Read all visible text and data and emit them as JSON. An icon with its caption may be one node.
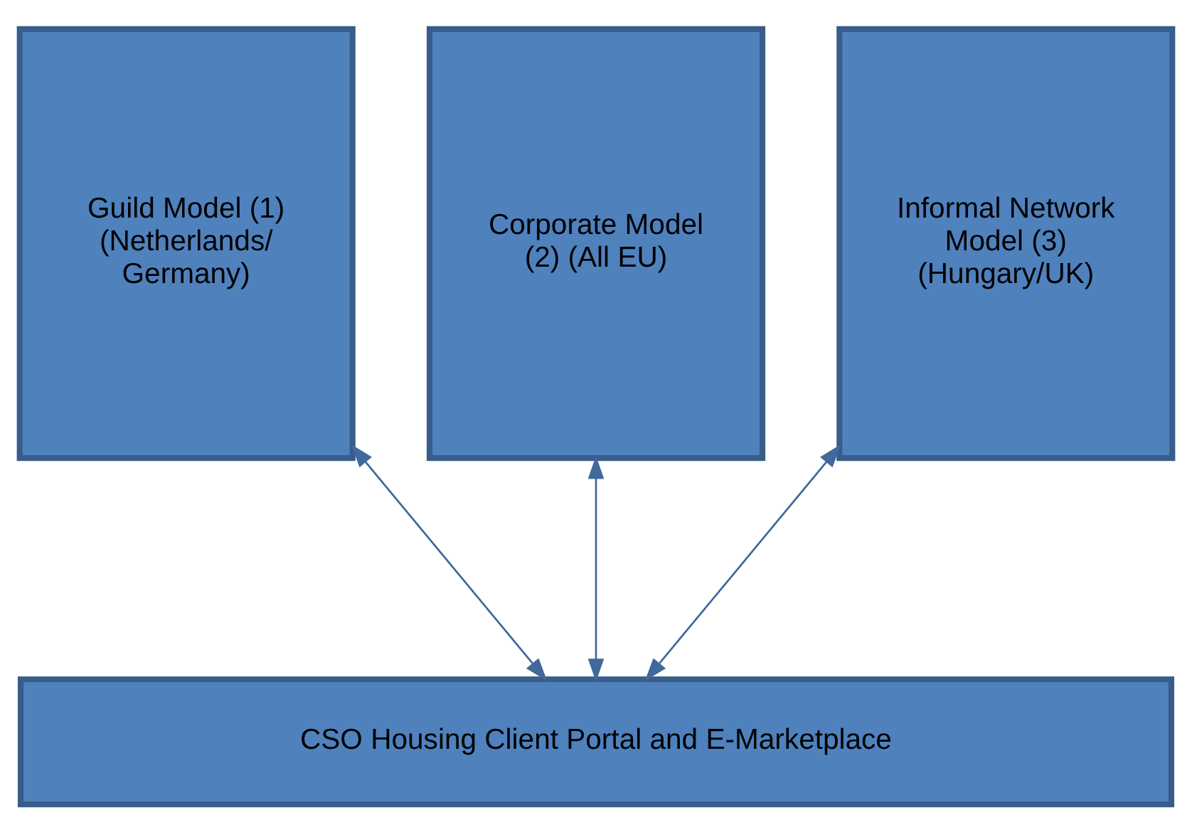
{
  "diagram": {
    "nodes": [
      {
        "text": [
          "Guild Model (1) (Netherlands/ Germany)"
        ]
      },
      {
        "text": [
          "Corporate Model (2) (All EU)"
        ]
      },
      {
        "text": [
          "Informal Network Model (3) (Hungary/UK)"
        ]
      },
      {
        "text": [
          "CSO Housing Client Portal and E-Marketplace"
        ]
      }
    ],
    "edges": [
      {
        "from": 0,
        "to": 3,
        "arrow": "both"
      },
      {
        "from": 1,
        "to": 3,
        "arrow": "both"
      },
      {
        "from": 2,
        "to": 3,
        "arrow": "both"
      }
    ]
  }
}
